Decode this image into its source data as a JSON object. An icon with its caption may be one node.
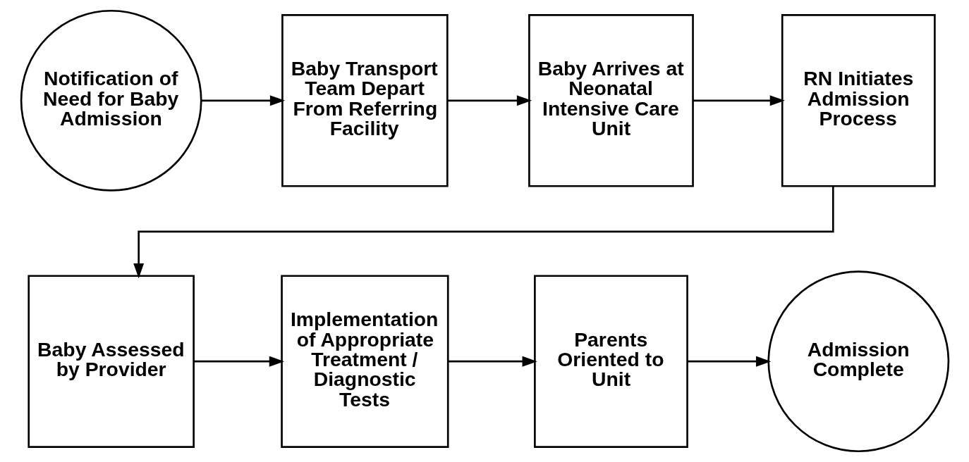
{
  "diagram": {
    "nodes": [
      {
        "text": [
          "Notification of Need for Baby Admission"
        ]
      },
      {
        "text": [
          "Baby Transport Team Depart From Referring Facility"
        ]
      },
      {
        "text": [
          "Baby Arrives at Neonatal Intensive Care Unit"
        ]
      },
      {
        "text": [
          "RN Initiates Admission Process"
        ]
      },
      {
        "text": [
          "Baby Assessed by Provider"
        ]
      },
      {
        "text": [
          "Implementation of Appropriate Treatment / Diagnostic Tests"
        ]
      },
      {
        "text": [
          "Parents Oriented to Unit"
        ]
      },
      {
        "text": [
          "Admission Complete"
        ]
      }
    ],
    "edges": [
      {
        "from": 0,
        "to": 1,
        "arrow": "to"
      },
      {
        "from": 1,
        "to": 2,
        "arrow": "to"
      },
      {
        "from": 2,
        "to": 3,
        "arrow": "to"
      },
      {
        "from": 3,
        "to": 4,
        "arrow": "to"
      },
      {
        "from": 4,
        "to": 5,
        "arrow": "to"
      },
      {
        "from": 5,
        "to": 6,
        "arrow": "to"
      },
      {
        "from": 6,
        "to": 7,
        "arrow": "to"
      }
    ]
  }
}
